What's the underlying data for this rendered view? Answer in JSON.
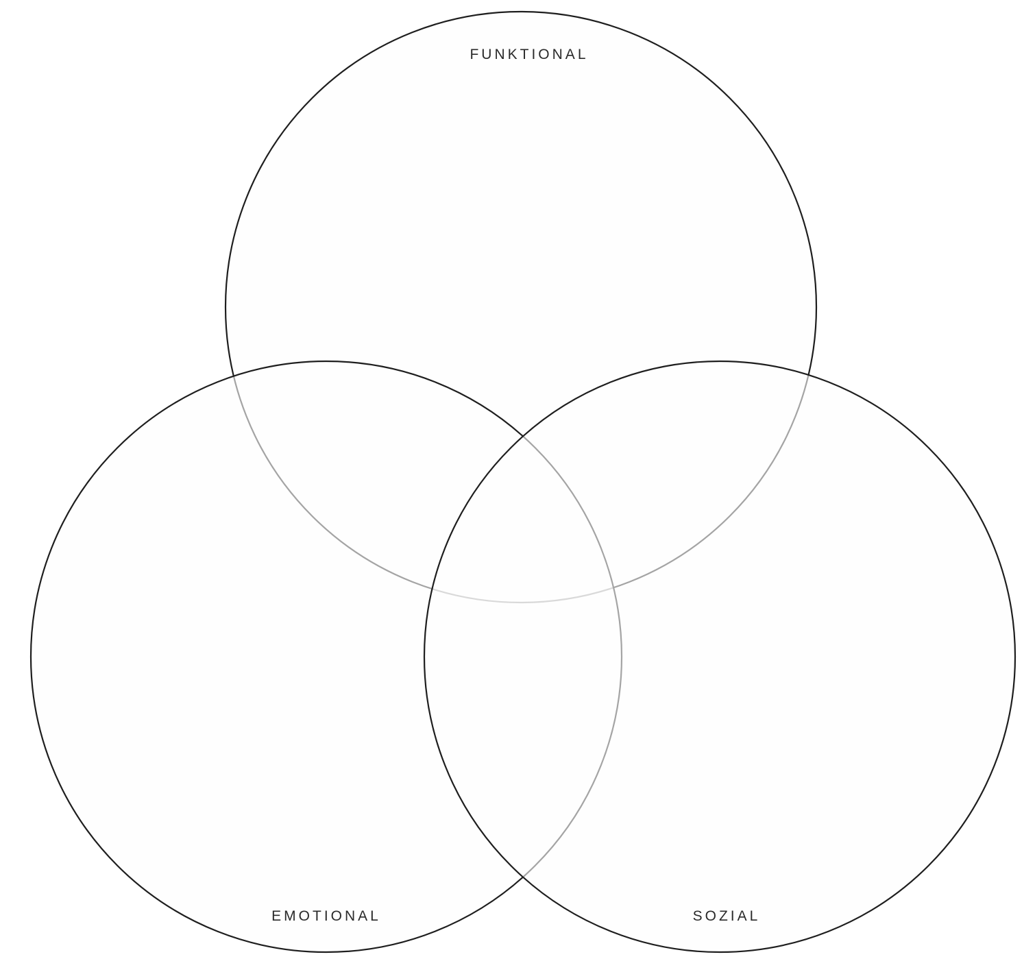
{
  "diagram": {
    "type": "venn",
    "sets": [
      {
        "id": "funktional",
        "label": "FUNKTIONAL"
      },
      {
        "id": "emotional",
        "label": "EMOTIONAL"
      },
      {
        "id": "sozial",
        "label": "SOZIAL"
      }
    ],
    "colors": {
      "stroke": "#1e1e1e",
      "fill": "#fdfdfd",
      "text": "#2a2a2a"
    }
  }
}
